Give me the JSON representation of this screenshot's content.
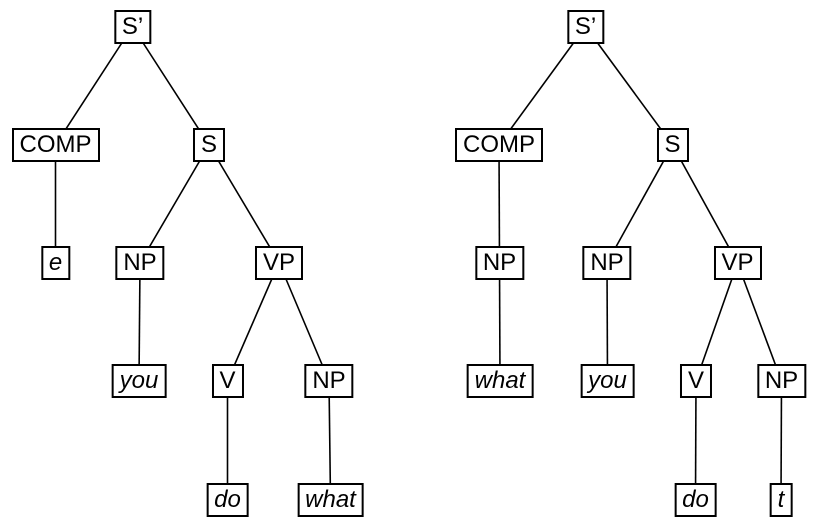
{
  "diagram": {
    "description": "Two syntax trees showing wh-movement",
    "left_tree": {
      "s_prime": "S’",
      "comp": "COMP",
      "e": "e",
      "s": "S",
      "np_subject": "NP",
      "you": "you",
      "vp": "VP",
      "v": "V",
      "do": "do",
      "np_object": "NP",
      "what": "what"
    },
    "right_tree": {
      "s_prime": "S’",
      "comp": "COMP",
      "comp_np": "NP",
      "what": "what",
      "s": "S",
      "np_subject": "NP",
      "you": "you",
      "vp": "VP",
      "v": "V",
      "do": "do",
      "np_object": "NP",
      "t": "t"
    },
    "colors": {
      "background": "#ffffff",
      "line": "#000000",
      "box_border": "#000000",
      "box_fill": "#ffffff",
      "text": "#000000"
    }
  }
}
